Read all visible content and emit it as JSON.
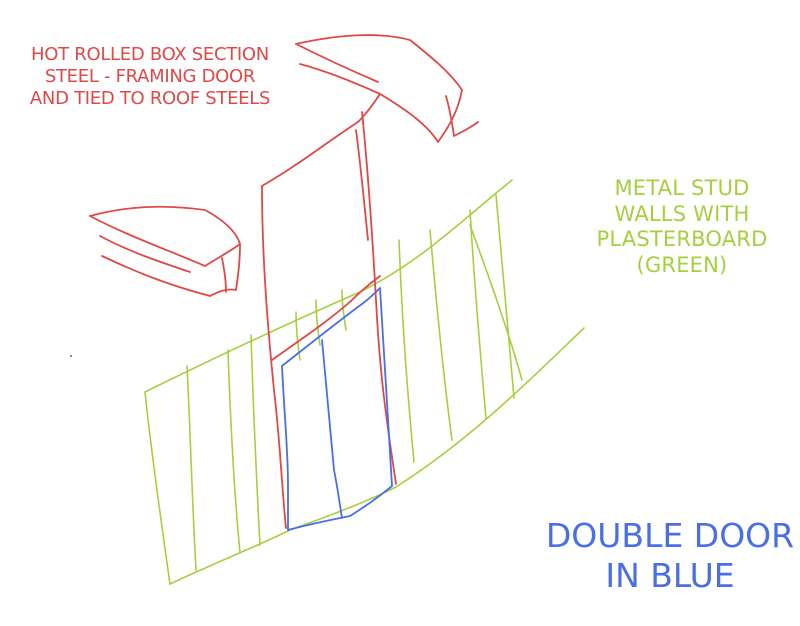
{
  "colors": {
    "steel": "#e04848",
    "wall": "#a6cf3f",
    "door": "#4a6ee8",
    "background": "#ffffff"
  },
  "labels": {
    "steel": [
      "HOT ROLLED BOX SECTION",
      "STEEL - FRAMING DOOR",
      "AND TIED TO ROOF STEELS"
    ],
    "walls": [
      "METAL STUD",
      "WALLS WITH",
      "PLASTERBOARD",
      "(GREEN)"
    ],
    "door": [
      "DOUBLE DOOR",
      "IN BLUE"
    ]
  }
}
